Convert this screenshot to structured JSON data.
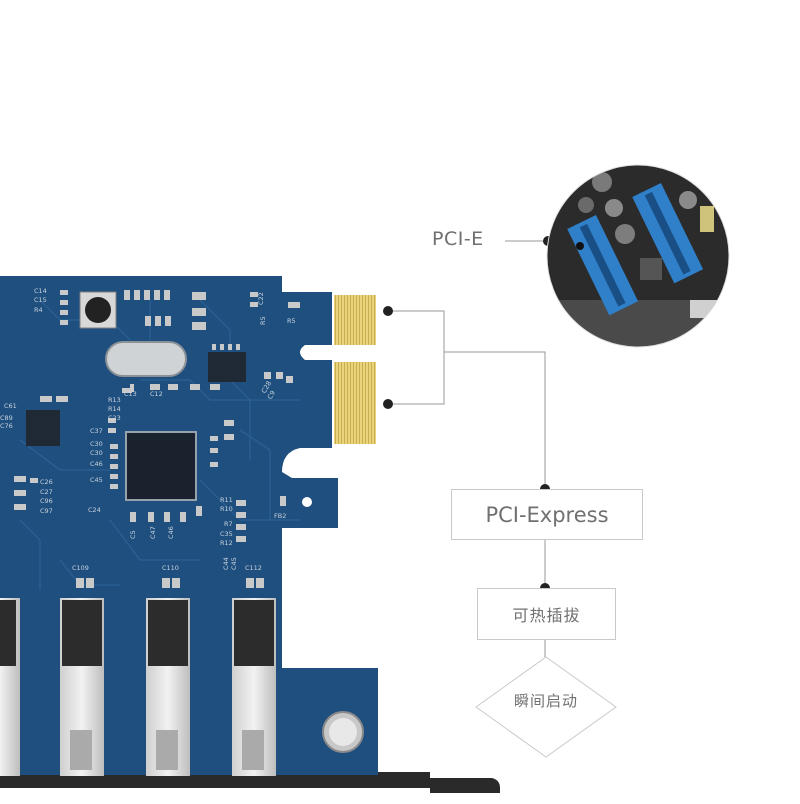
{
  "callouts": {
    "pcie_label": "PCI-E",
    "pci_express_label": "PCI-Express",
    "hot_plug_label": "可热插拔",
    "instant_start_label": "瞬间启动"
  },
  "board_labels": [
    "C14",
    "C15",
    "R4",
    "C22",
    "R5",
    "R5",
    "C13",
    "C12",
    "R13",
    "R14",
    "C23",
    "C37",
    "C30",
    "C30",
    "C46",
    "C45",
    "C26",
    "C27",
    "C96",
    "C97",
    "C24",
    "C28",
    "C9",
    "C61",
    "C89",
    "C76",
    "R11",
    "R10",
    "R7",
    "C35",
    "R12",
    "FB2",
    "C5",
    "C47",
    "C46",
    "C44",
    "C45",
    "C109",
    "C110",
    "C112"
  ],
  "colors": {
    "pcb_blue": "#1f4f7f",
    "pcb_dark": "#183f66",
    "gold_contact": "#e6d07a",
    "callout_gray": "#6f6f6f",
    "line_gray": "#9a9a9a",
    "bracket_dark": "#2a2a2a",
    "slot_blue": "#2f7fc9"
  }
}
